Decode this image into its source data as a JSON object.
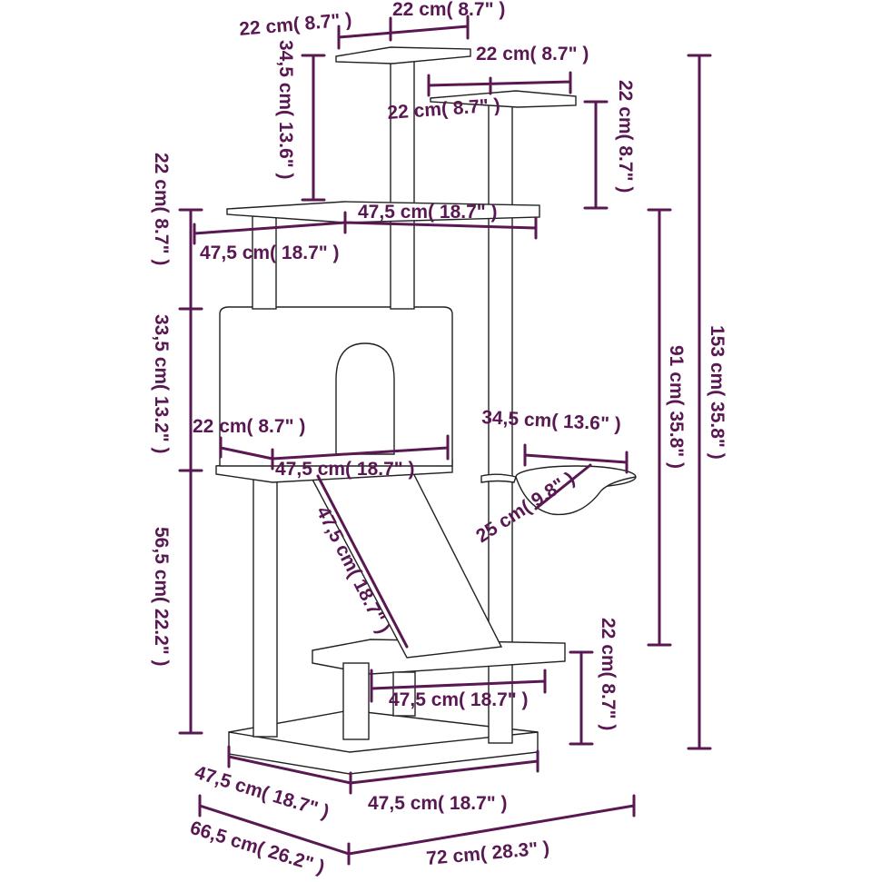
{
  "colors": {
    "dimension": "#5a1852",
    "outline": "#222222",
    "background": "#ffffff"
  },
  "labels": {
    "top_left_w": "22 cm( 8.7\" )",
    "top_right_w": "22 cm( 8.7\" )",
    "top_post_h": "34,5 cm( 13.6\" )",
    "right_plat_w": "22 cm( 8.7\" )",
    "right_plat_d": "22 cm( 8.7\" )",
    "right_plat_h": "22 cm( 8.7\" )",
    "mid_plat_w": "47,5 cm( 18.7\" )",
    "mid_plat_d": "47,5 cm( 18.7\" )",
    "left_top_h": "22 cm( 8.7\" )",
    "house_h": "33,5 cm( 13.2\" )",
    "house_plat_d": "22 cm( 8.7\" )",
    "house_plat_w": "47,5 cm( 18.7\" )",
    "hammock_w": "34,5 cm( 13.6\" )",
    "hammock_d": "25 cm( 9.8\" )",
    "ramp_len": "47,5 cm( 18.7\" )",
    "lower_left_h": "56,5 cm( 22.2\" )",
    "right_mid_h": "91 cm( 35.8\" )",
    "total_h": "153 cm( 35.8\" )",
    "step_w": "47,5 cm( 18.7\" )",
    "step_h": "22 cm( 8.7\" )",
    "base_d": "47,5 cm( 18.7\" )",
    "base_w": "47,5 cm( 18.7\" )",
    "overall_d": "66,5 cm( 26.2\" )",
    "overall_w": "72 cm( 28.3\" )"
  }
}
